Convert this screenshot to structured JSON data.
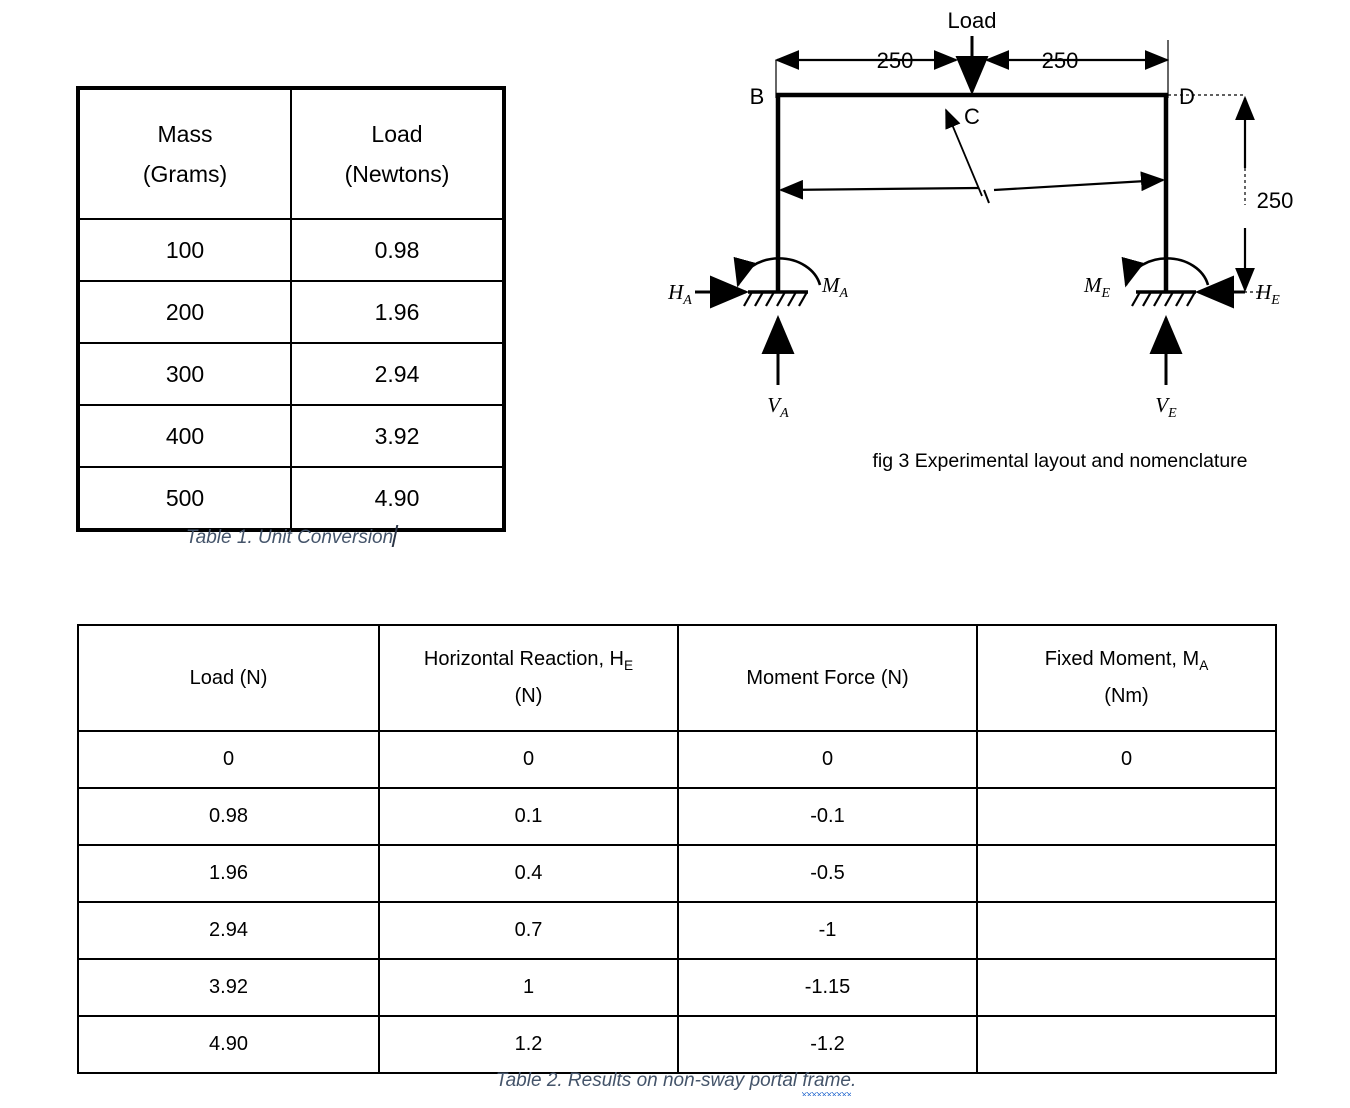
{
  "table1": {
    "caption": "Table 1. Unit Conversion",
    "headers": [
      {
        "line1": "Mass",
        "line2": "(Grams)"
      },
      {
        "line1": "Load",
        "line2": "(Newtons)"
      }
    ],
    "rows": [
      {
        "mass": "100",
        "load": "0.98"
      },
      {
        "mass": "200",
        "load": "1.96"
      },
      {
        "mass": "300",
        "load": "2.94"
      },
      {
        "mass": "400",
        "load": "3.92"
      },
      {
        "mass": "500",
        "load": "4.90"
      }
    ]
  },
  "figure3": {
    "caption": "fig 3 Experimental layout and nomenclature",
    "labels": {
      "load": "Load",
      "span_left": "250",
      "span_right": "250",
      "height": "250",
      "node_b": "B",
      "node_c": "C",
      "node_d": "D",
      "reaction_ha": "H",
      "reaction_ha_sub": "A",
      "moment_ma": "M",
      "moment_ma_sub": "A",
      "reaction_va": "V",
      "reaction_va_sub": "A",
      "moment_me": "M",
      "moment_me_sub": "E",
      "reaction_he": "H",
      "reaction_he_sub": "E",
      "reaction_ve": "V",
      "reaction_ve_sub": "E"
    }
  },
  "table2": {
    "caption_main": "Table 2. Results on non-sway portal ",
    "caption_misspelled": "frame",
    "caption_tail": ".",
    "headers": [
      {
        "line1": "Load (N)",
        "line2": "",
        "sub": ""
      },
      {
        "line1": "Horizontal Reaction, H",
        "sub": "E",
        "line2": "(N)"
      },
      {
        "line1": "Moment Force (N)",
        "sub": "",
        "line2": ""
      },
      {
        "line1": "Fixed Moment, M",
        "sub": "A",
        "line2": "(Nm)"
      }
    ],
    "rows": [
      {
        "load": "0",
        "he": "0",
        "moment": "0",
        "ma": "0"
      },
      {
        "load": "0.98",
        "he": "0.1",
        "moment": "-0.1",
        "ma": ""
      },
      {
        "load": "1.96",
        "he": "0.4",
        "moment": "-0.5",
        "ma": ""
      },
      {
        "load": "2.94",
        "he": "0.7",
        "moment": "-1",
        "ma": ""
      },
      {
        "load": "3.92",
        "he": "1",
        "moment": "-1.15",
        "ma": ""
      },
      {
        "load": "4.90",
        "he": "1.2",
        "moment": "-1.2",
        "ma": ""
      }
    ]
  }
}
